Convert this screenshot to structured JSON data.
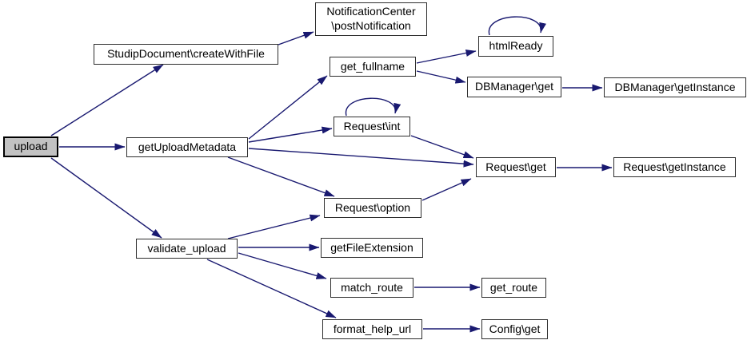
{
  "graph": {
    "background_color": "#ffffff",
    "edge_color": "#191970",
    "node_border_color": "#2e2e2e",
    "node_fill_color": "#ffffff",
    "current_node_fill_color": "#c2c2c2",
    "text_color": "#000000"
  },
  "nodes": {
    "upload": {
      "label": "upload",
      "current": true
    },
    "create_with_file": {
      "label": "StudipDocument\\createWithFile"
    },
    "post_notification": {
      "label": "NotificationCenter\n\\postNotification"
    },
    "get_fullname": {
      "label": "get_fullname"
    },
    "html_ready": {
      "label": "htmlReady"
    },
    "dbmanager_get": {
      "label": "DBManager\\get"
    },
    "dbmanager_get_instance": {
      "label": "DBManager\\getInstance"
    },
    "request_int": {
      "label": "Request\\int"
    },
    "request_get": {
      "label": "Request\\get"
    },
    "request_get_instance": {
      "label": "Request\\getInstance"
    },
    "request_option": {
      "label": "Request\\option"
    },
    "get_upload_metadata": {
      "label": "getUploadMetadata"
    },
    "validate_upload": {
      "label": "validate_upload"
    },
    "get_file_extension": {
      "label": "getFileExtension"
    },
    "match_route": {
      "label": "match_route"
    },
    "get_route": {
      "label": "get_route"
    },
    "format_help_url": {
      "label": "format_help_url"
    },
    "config_get": {
      "label": "Config\\get"
    }
  },
  "edges": [
    {
      "from": "upload",
      "to": "create_with_file"
    },
    {
      "from": "upload",
      "to": "get_upload_metadata"
    },
    {
      "from": "upload",
      "to": "validate_upload"
    },
    {
      "from": "create_with_file",
      "to": "post_notification"
    },
    {
      "from": "get_upload_metadata",
      "to": "get_fullname"
    },
    {
      "from": "get_upload_metadata",
      "to": "request_int"
    },
    {
      "from": "get_upload_metadata",
      "to": "request_get"
    },
    {
      "from": "get_upload_metadata",
      "to": "request_option"
    },
    {
      "from": "get_fullname",
      "to": "html_ready"
    },
    {
      "from": "get_fullname",
      "to": "dbmanager_get"
    },
    {
      "from": "html_ready",
      "to": "html_ready",
      "self_loop": true
    },
    {
      "from": "dbmanager_get",
      "to": "dbmanager_get_instance"
    },
    {
      "from": "request_int",
      "to": "request_int",
      "self_loop": true
    },
    {
      "from": "request_int",
      "to": "request_get"
    },
    {
      "from": "request_option",
      "to": "request_get"
    },
    {
      "from": "request_get",
      "to": "request_get_instance"
    },
    {
      "from": "validate_upload",
      "to": "request_option"
    },
    {
      "from": "validate_upload",
      "to": "get_file_extension"
    },
    {
      "from": "validate_upload",
      "to": "match_route"
    },
    {
      "from": "validate_upload",
      "to": "format_help_url"
    },
    {
      "from": "match_route",
      "to": "get_route"
    },
    {
      "from": "format_help_url",
      "to": "config_get"
    }
  ]
}
